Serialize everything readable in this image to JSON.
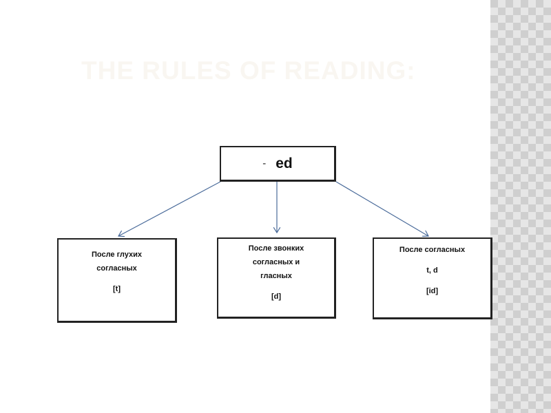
{
  "slide": {
    "title": "THE RULES OF READING:"
  },
  "diagram": {
    "root": {
      "dash": "-",
      "label": "ed"
    },
    "children": [
      {
        "lines": [
          "После глухих",
          "согласных"
        ],
        "sound": "[t]"
      },
      {
        "lines": [
          "После звонких",
          "согласных и",
          "гласных"
        ],
        "sound": "[d]"
      },
      {
        "lines": [
          "После согласных"
        ],
        "extra": "t, d",
        "sound": "[id]"
      }
    ]
  },
  "colors": {
    "title": "#f9f6f1",
    "arrows": "#4a6b9a",
    "box_border": "#222222",
    "side_pattern": "#cfcfcf"
  }
}
